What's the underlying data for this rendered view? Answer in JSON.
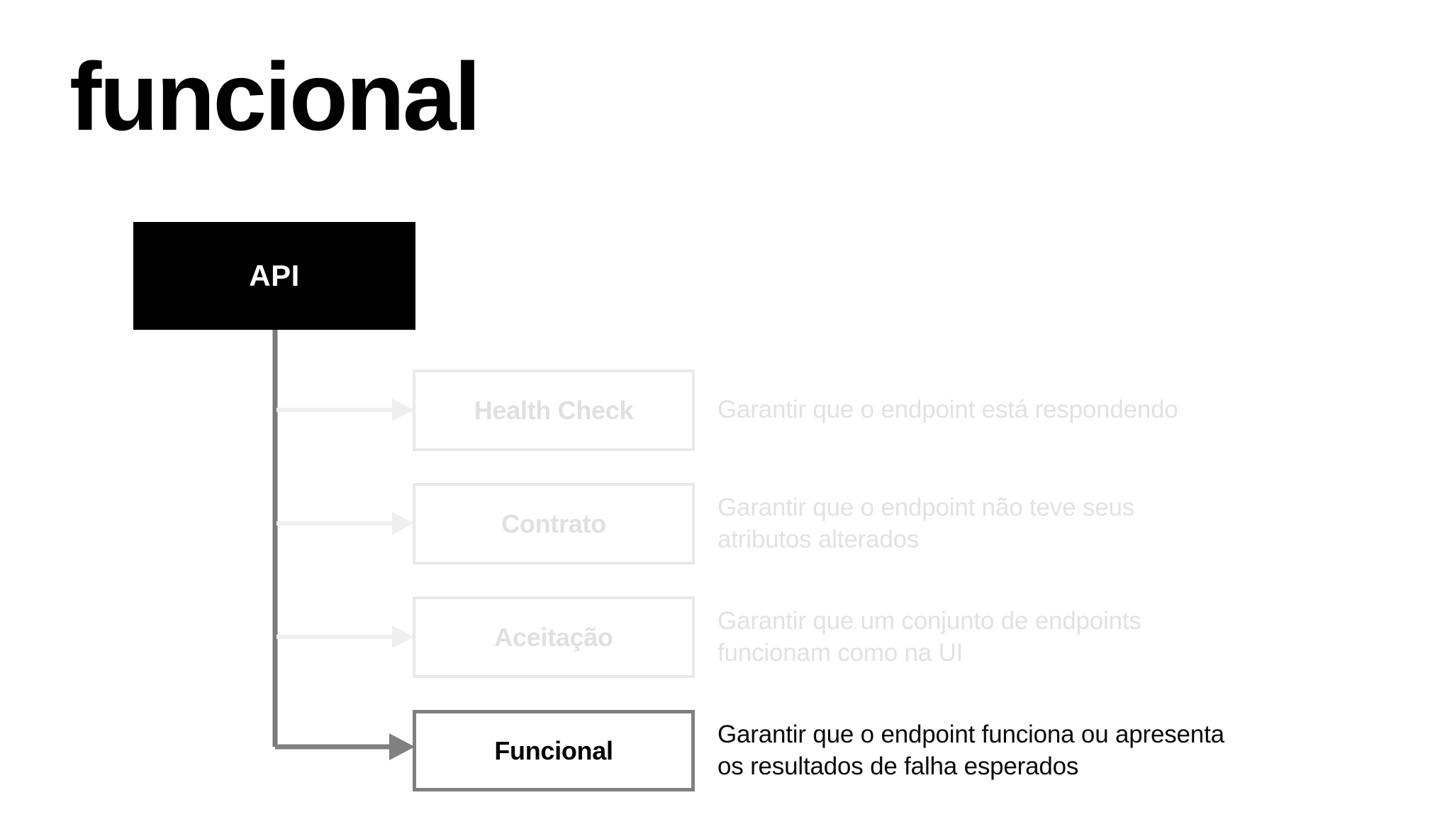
{
  "page": {
    "title": "funcional",
    "background_color": "#ffffff"
  },
  "diagram": {
    "type": "tree",
    "root": {
      "label": "API",
      "background_color": "#000000",
      "text_color": "#ffffff"
    },
    "connector_colors": {
      "trunk": "#7a7a7a",
      "muted_branch": "#efefef",
      "active_branch": "#808080"
    },
    "branches": [
      {
        "label": "Health Check",
        "description": "Garantir que o endpoint está respondendo",
        "state": "muted",
        "border_color": "#e9e9e9",
        "label_color": "#e0e0e0",
        "description_color": "#e2e2e2"
      },
      {
        "label": "Contrato",
        "description": "Garantir que o endpoint não teve seus\natributos alterados",
        "state": "muted",
        "border_color": "#e9e9e9",
        "label_color": "#e0e0e0",
        "description_color": "#e2e2e2"
      },
      {
        "label": "Aceitação",
        "description": "Garantir que um conjunto de endpoints\nfuncionam como na UI",
        "state": "muted",
        "border_color": "#e9e9e9",
        "label_color": "#e0e0e0",
        "description_color": "#e2e2e2"
      },
      {
        "label": "Funcional",
        "description": "Garantir que o endpoint funciona ou apresenta\nos resultados de falha esperados",
        "state": "active",
        "border_color": "#808080",
        "label_color": "#000000",
        "description_color": "#0a0a0a"
      }
    ]
  }
}
